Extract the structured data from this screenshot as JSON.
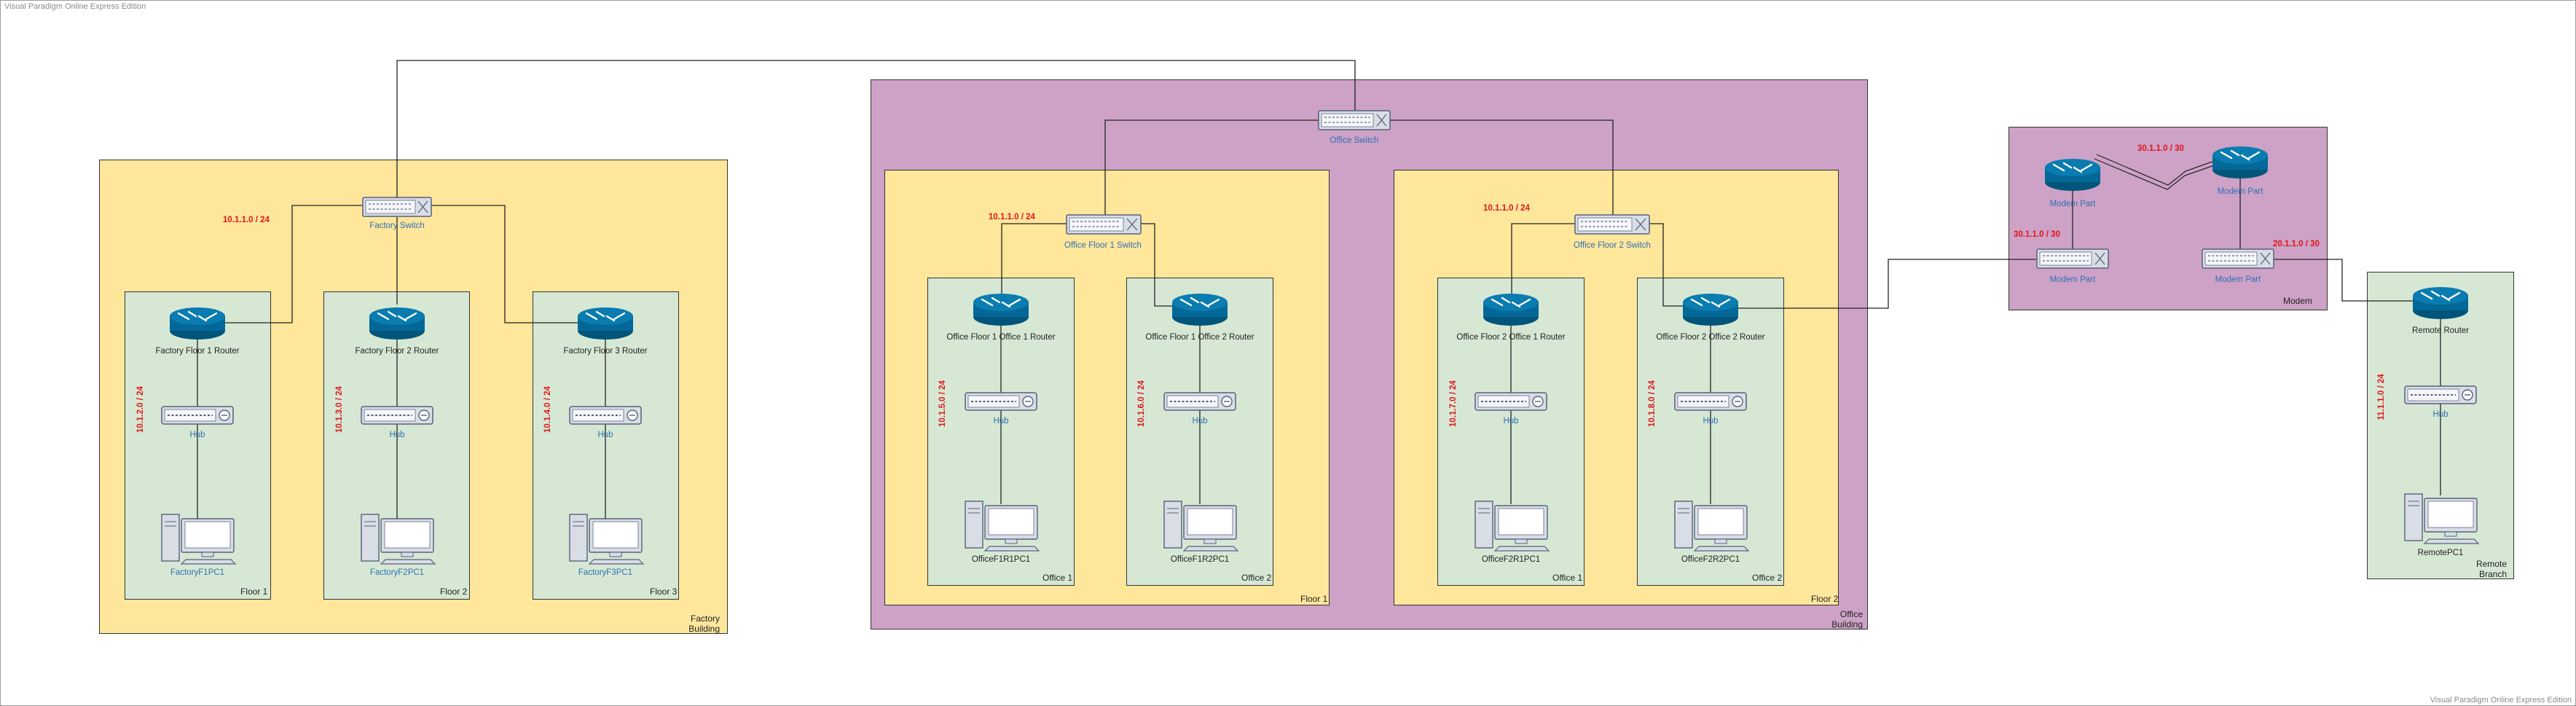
{
  "watermark_top": "Visual Paradigm Online Express Edition",
  "watermark_bottom": "Visual Paradigm Online Express Edition",
  "factory": {
    "building_label_1": "Factory",
    "building_label_2": "Building",
    "switch": "Factory Switch",
    "subnet_main": "10.1.1.0 / 24",
    "floors": [
      {
        "label": "Floor 1",
        "router": "Factory Floor 1 Router",
        "hub": "Hub",
        "pc": "FactoryF1PC1",
        "subnet": "10.1.2.0 / 24"
      },
      {
        "label": "Floor 2",
        "router": "Factory Floor 2 Router",
        "hub": "Hub",
        "pc": "FactoryF2PC1",
        "subnet": "10.1.3.0 / 24"
      },
      {
        "label": "Floor 3",
        "router": "Factory Floor 3 Router",
        "hub": "Hub",
        "pc": "FactoryF3PC1",
        "subnet": "10.1.4.0 / 24"
      }
    ]
  },
  "office": {
    "building_label_1": "Office",
    "building_label_2": "Building",
    "switch": "Office Switch",
    "floors": [
      {
        "label": "Floor 1",
        "switch": "Office Floor 1 Switch",
        "subnet": "10.1.1.0 / 24",
        "offices": [
          {
            "label": "Office 1",
            "router": "Office Floor 1 Office 1 Router",
            "hub": "Hub",
            "pc": "OfficeF1R1PC1",
            "subnet": "10.1.5.0 / 24"
          },
          {
            "label": "Office 2",
            "router": "Office Floor 1 Office 2 Router",
            "hub": "Hub",
            "pc": "OfficeF1R2PC1",
            "subnet": "10.1.6.0 / 24"
          }
        ]
      },
      {
        "label": "Floor 2",
        "switch": "Office Floor 2 Switch",
        "subnet": "10.1.1.0 / 24",
        "offices": [
          {
            "label": "Office 1",
            "router": "Office Floor 2 Office 1 Router",
            "hub": "Hub",
            "pc": "OfficeF2R1PC1",
            "subnet": "10.1.7.0 / 24"
          },
          {
            "label": "Office 2",
            "router": "Office Floor 2 Office 2 Router",
            "hub": "Hub",
            "pc": "OfficeF2R2PC1",
            "subnet": "10.1.8.0 / 24"
          }
        ]
      }
    ]
  },
  "modem": {
    "label": "Modem",
    "router_left": "Modem Part",
    "router_right": "Modem Part",
    "switch_left": "Modem Part",
    "switch_right": "Modem Part",
    "subnet_top": "30.1.1.0 / 30",
    "subnet_left": "30.1.1.0 / 30",
    "subnet_right": "20.1.1.0 / 30"
  },
  "remote": {
    "label_1": "Remote",
    "label_2": "Branch",
    "router": "Remote Router",
    "hub": "Hub",
    "pc": "RemotePC1",
    "subnet": "11.1.1.0 / 24"
  },
  "colors": {
    "factory_zone": "#fee69b",
    "office_zone": "#cda2c6",
    "room_zone": "#d6e8d4",
    "router": "#036897",
    "subnet_text": "#e0161b",
    "device_label": "#2f6fb5"
  }
}
